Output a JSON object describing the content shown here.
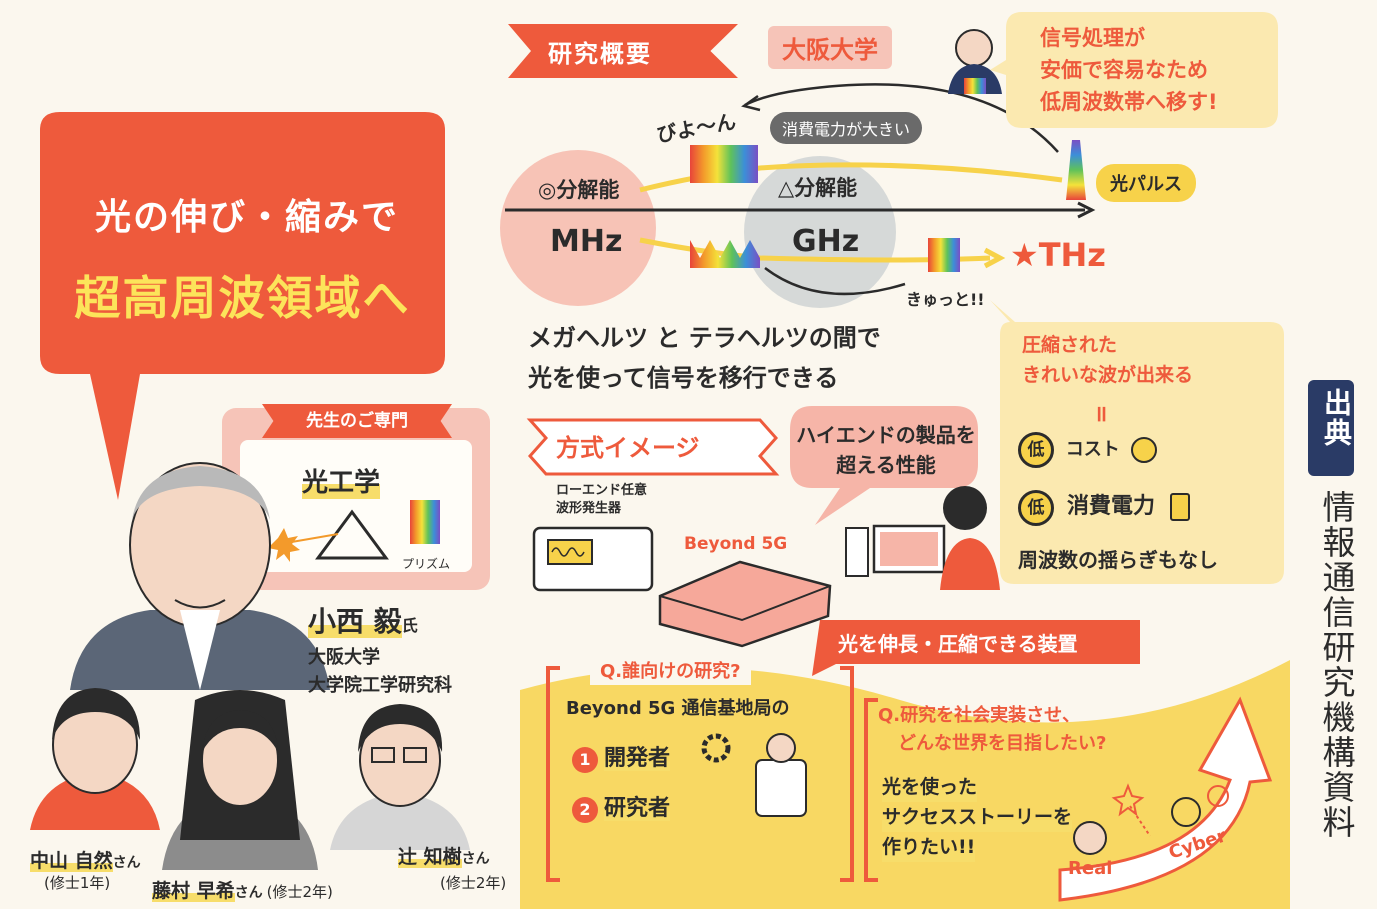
{
  "colors": {
    "accent": "#ee5a3c",
    "yellow": "#f7d24a",
    "pink": "#f6b5a8",
    "note": "#fbe9b0",
    "navy": "#2a3b66"
  },
  "overview": {
    "ribbon": "研究概要",
    "university_tag": "大阪大学",
    "bubble_lines": [
      "信号処理が",
      "安価で容易なため",
      "低周波数帯へ移す!"
    ],
    "stretch": "びよ〜ん",
    "power_big": "消費電力が大きい",
    "res_good": "◎分解能",
    "res_mid": "△分解能",
    "mhz": "MHz",
    "ghz": "GHz",
    "thz": "★THz",
    "pulse": "光パルス",
    "squeeze": "きゅっと!!",
    "caption_lines": [
      "メガヘルツ と テラヘルツの間で",
      "光を使って信号を移行できる"
    ]
  },
  "compress_note": {
    "lines": [
      "圧縮された",
      "きれいな波が出来る"
    ],
    "equals": "॥",
    "items": [
      {
        "badge": "低",
        "text": "コスト"
      },
      {
        "badge": "低",
        "text": "消費電力"
      }
    ],
    "last": "周波数の揺らぎもなし"
  },
  "headline": {
    "line1": "光の伸び・縮みで",
    "line2": "超高周波領域へ"
  },
  "specialty": {
    "ribbon": "先生のご専門",
    "title": "光工学",
    "prism": "プリズム"
  },
  "method": {
    "ribbon": "方式イメージ",
    "bubble_lines": [
      "ハイエンドの製品を",
      "超える性能"
    ],
    "generator": [
      "ローエンド任意",
      "波形発生器"
    ],
    "beyond": "Beyond 5G",
    "device": "光を伸長・圧縮できる装置"
  },
  "professor": {
    "name": "小西 毅",
    "suffix": "氏",
    "affiliation": [
      "大阪大学",
      "大学院工学研究科"
    ]
  },
  "students": [
    {
      "name": "中山 自然",
      "suffix": "さん",
      "grade": "(修士1年)"
    },
    {
      "name": "藤村 早希",
      "suffix": "さん",
      "grade": "(修士2年)"
    },
    {
      "name": "辻 知樹",
      "suffix": "さん",
      "grade": "(修士2年)"
    }
  ],
  "qa1": {
    "question": "Q.誰向けの研究?",
    "lead": "Beyond 5G 通信基地局の",
    "items": [
      "開発者",
      "研究者"
    ],
    "nums": [
      "1",
      "2"
    ]
  },
  "qa2": {
    "question_lines": [
      "Q.研究を社会実装させ、",
      "どんな世界を目指したい?"
    ],
    "answer_lines": [
      "光を使った",
      "サクセスストーリーを",
      "作りたい!!"
    ],
    "real": "Real",
    "cyber": "Cyber"
  },
  "source": {
    "label": "出典",
    "text": "情報通信研究機構資料"
  }
}
